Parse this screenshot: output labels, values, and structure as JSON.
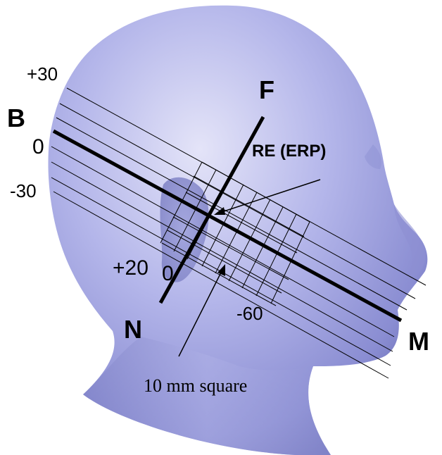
{
  "labels": {
    "plus30": "+30",
    "B": "B",
    "zero_left": "0",
    "minus30": "-30",
    "F": "F",
    "re_erp": "RE (ERP)",
    "plus20": "+20",
    "zero_bottom": "0",
    "N": "N",
    "minus60": "-60",
    "M": "M",
    "square": "10 mm square"
  },
  "colors": {
    "head_light": "#dcdcf6",
    "head_mid": "#a9abe3",
    "head_dark": "#6d70b8",
    "lines": "#000000"
  }
}
